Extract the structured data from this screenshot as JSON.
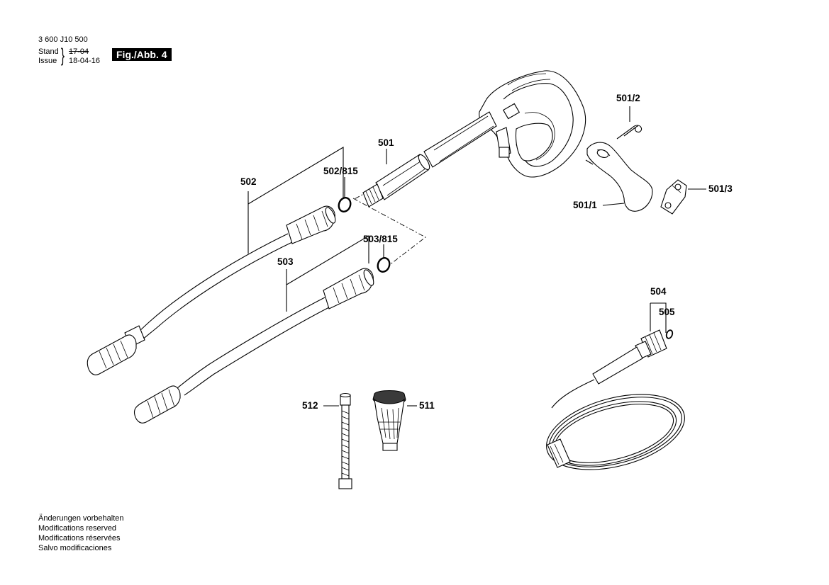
{
  "header": {
    "doc_number": "3 600 J10 500",
    "stand_label": "Stand",
    "issue_label": "Issue",
    "brace": "}",
    "stand_value": "17-04",
    "issue_value": "18-04-16",
    "figure_tag": "Fig./Abb. 4"
  },
  "parts": {
    "p501": "501",
    "p501_1": "501/1",
    "p501_2": "501/2",
    "p501_3": "501/3",
    "p502": "502",
    "p502_815": "502/815",
    "p503": "503",
    "p503_815": "503/815",
    "p504": "504",
    "p505": "505",
    "p511": "511",
    "p512": "512"
  },
  "footer": {
    "line1": "Änderungen vorbehalten",
    "line2": "Modifications reserved",
    "line3": "Modifications réservées",
    "line4": "Salvo modificaciones"
  },
  "icons": [
    "spray-gun-icon",
    "trigger-icon",
    "spring-icon",
    "clip-icon",
    "lance-icon",
    "o-ring-icon",
    "hose-icon",
    "water-filter-icon",
    "connector-hose-icon"
  ]
}
